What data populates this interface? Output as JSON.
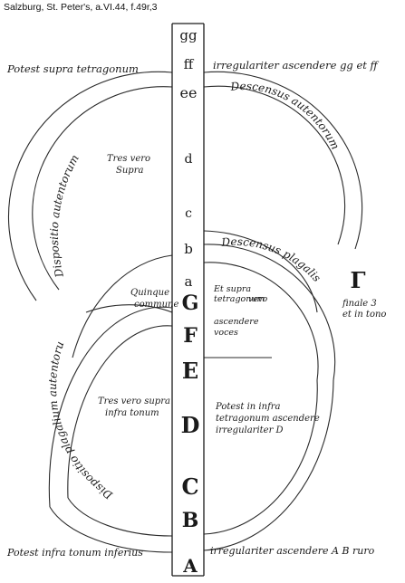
{
  "caption": "Salzburg, St. Peter's, a.VI.44, f.49r,3",
  "text": {
    "top_left": "Potest supra tetragonum",
    "top_right": "irregulariter ascendere gg et ff",
    "arc_upper_left": "Dispositio autentorum",
    "arc_upper_right": "Descensus autentorum",
    "tres_upper": [
      "Tres vero",
      "Supra"
    ],
    "quinque": [
      "Quinque",
      "commune"
    ],
    "sub_right": [
      "Et supra",
      "tetragonum",
      "vero",
      "ascendere",
      "voces"
    ],
    "middle_right": [
      "finale 3",
      "et in tono"
    ],
    "arc_lower_right": "Descensus plagalis",
    "arc_lower_left": "Dispositio plagalium autentorum",
    "tres_lower": [
      "Tres vero supra",
      "infra tonum"
    ],
    "lower_right": [
      "Potest in infra",
      "tetragonum ascendere",
      "irregulariter D"
    ],
    "bottom_left": "Potest infra tonum inferius",
    "bottom_right": "irregulariter ascendere A B ruro"
  },
  "column_letters": [
    "gg",
    "ff",
    "ee",
    "d",
    "c",
    "b",
    "a",
    "G",
    "F",
    "E",
    "D",
    "C",
    "B",
    "A",
    "Γ"
  ],
  "colors": {
    "ink": "#1a1a1a",
    "paper": "#ffffff"
  }
}
